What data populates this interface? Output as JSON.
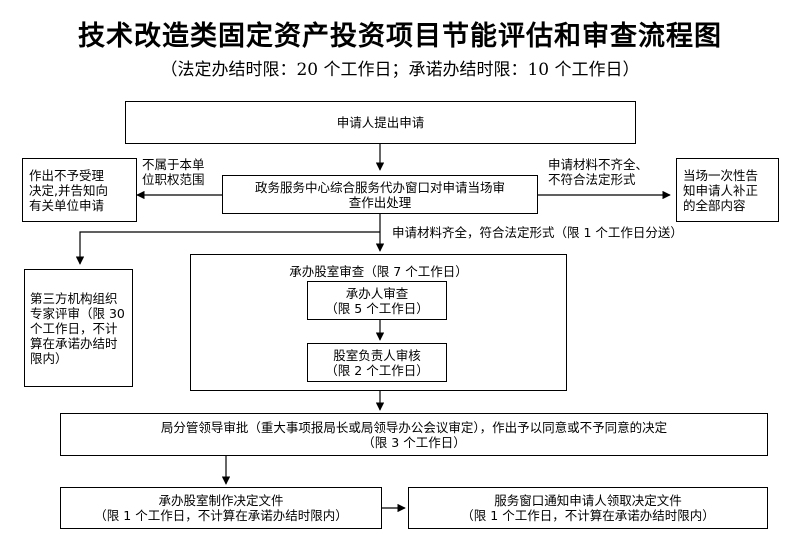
{
  "title": "技术改造类固定资产投资项目节能评估和审查流程图",
  "subtitle": "（法定办结时限：20 个工作日；承诺办结时限：10 个工作日）",
  "boxes": {
    "apply": "申请人提出申请",
    "center": [
      "政务服务中心综合服务代办窗口对申请当场审",
      "查作出处理"
    ],
    "reject": [
      "作出不予受理",
      "决定,并告知向",
      "有关单位申请"
    ],
    "supplement": [
      "当场一次性告",
      "知申请人补正",
      "的全部内容"
    ],
    "thirdparty": [
      "第三方机构组织",
      "专家评审（限 30",
      "个工作日，不计",
      "算在承诺办结时",
      "限内）"
    ],
    "review_panel": "承办股室审查（限 7 个工作日）",
    "handler": [
      "承办人审查",
      "（限 5 个工作日）"
    ],
    "head": [
      "股室负责人审核",
      "（限 2 个工作日）"
    ],
    "leader": [
      "局分管领导审批（重大事项报局长或局领导办公会议审定），作出予以同意或不予同意的决定",
      "（限 3 个工作日）"
    ],
    "decision_doc": [
      "承办股室制作决定文件",
      "（限 1 个工作日，不计算在承诺办结时限内）"
    ],
    "notify": [
      "服务窗口通知申请人领取决定文件",
      "（限 1 个工作日，不计算在承诺办结时限内）"
    ]
  },
  "notes": {
    "not_scope": [
      "不属于本单",
      "位职权范围"
    ],
    "incomplete": [
      "申请材料不齐全、",
      "不符合法定形式"
    ],
    "complete": "申请材料齐全，符合法定形式（限 1 个工作日分送）"
  }
}
